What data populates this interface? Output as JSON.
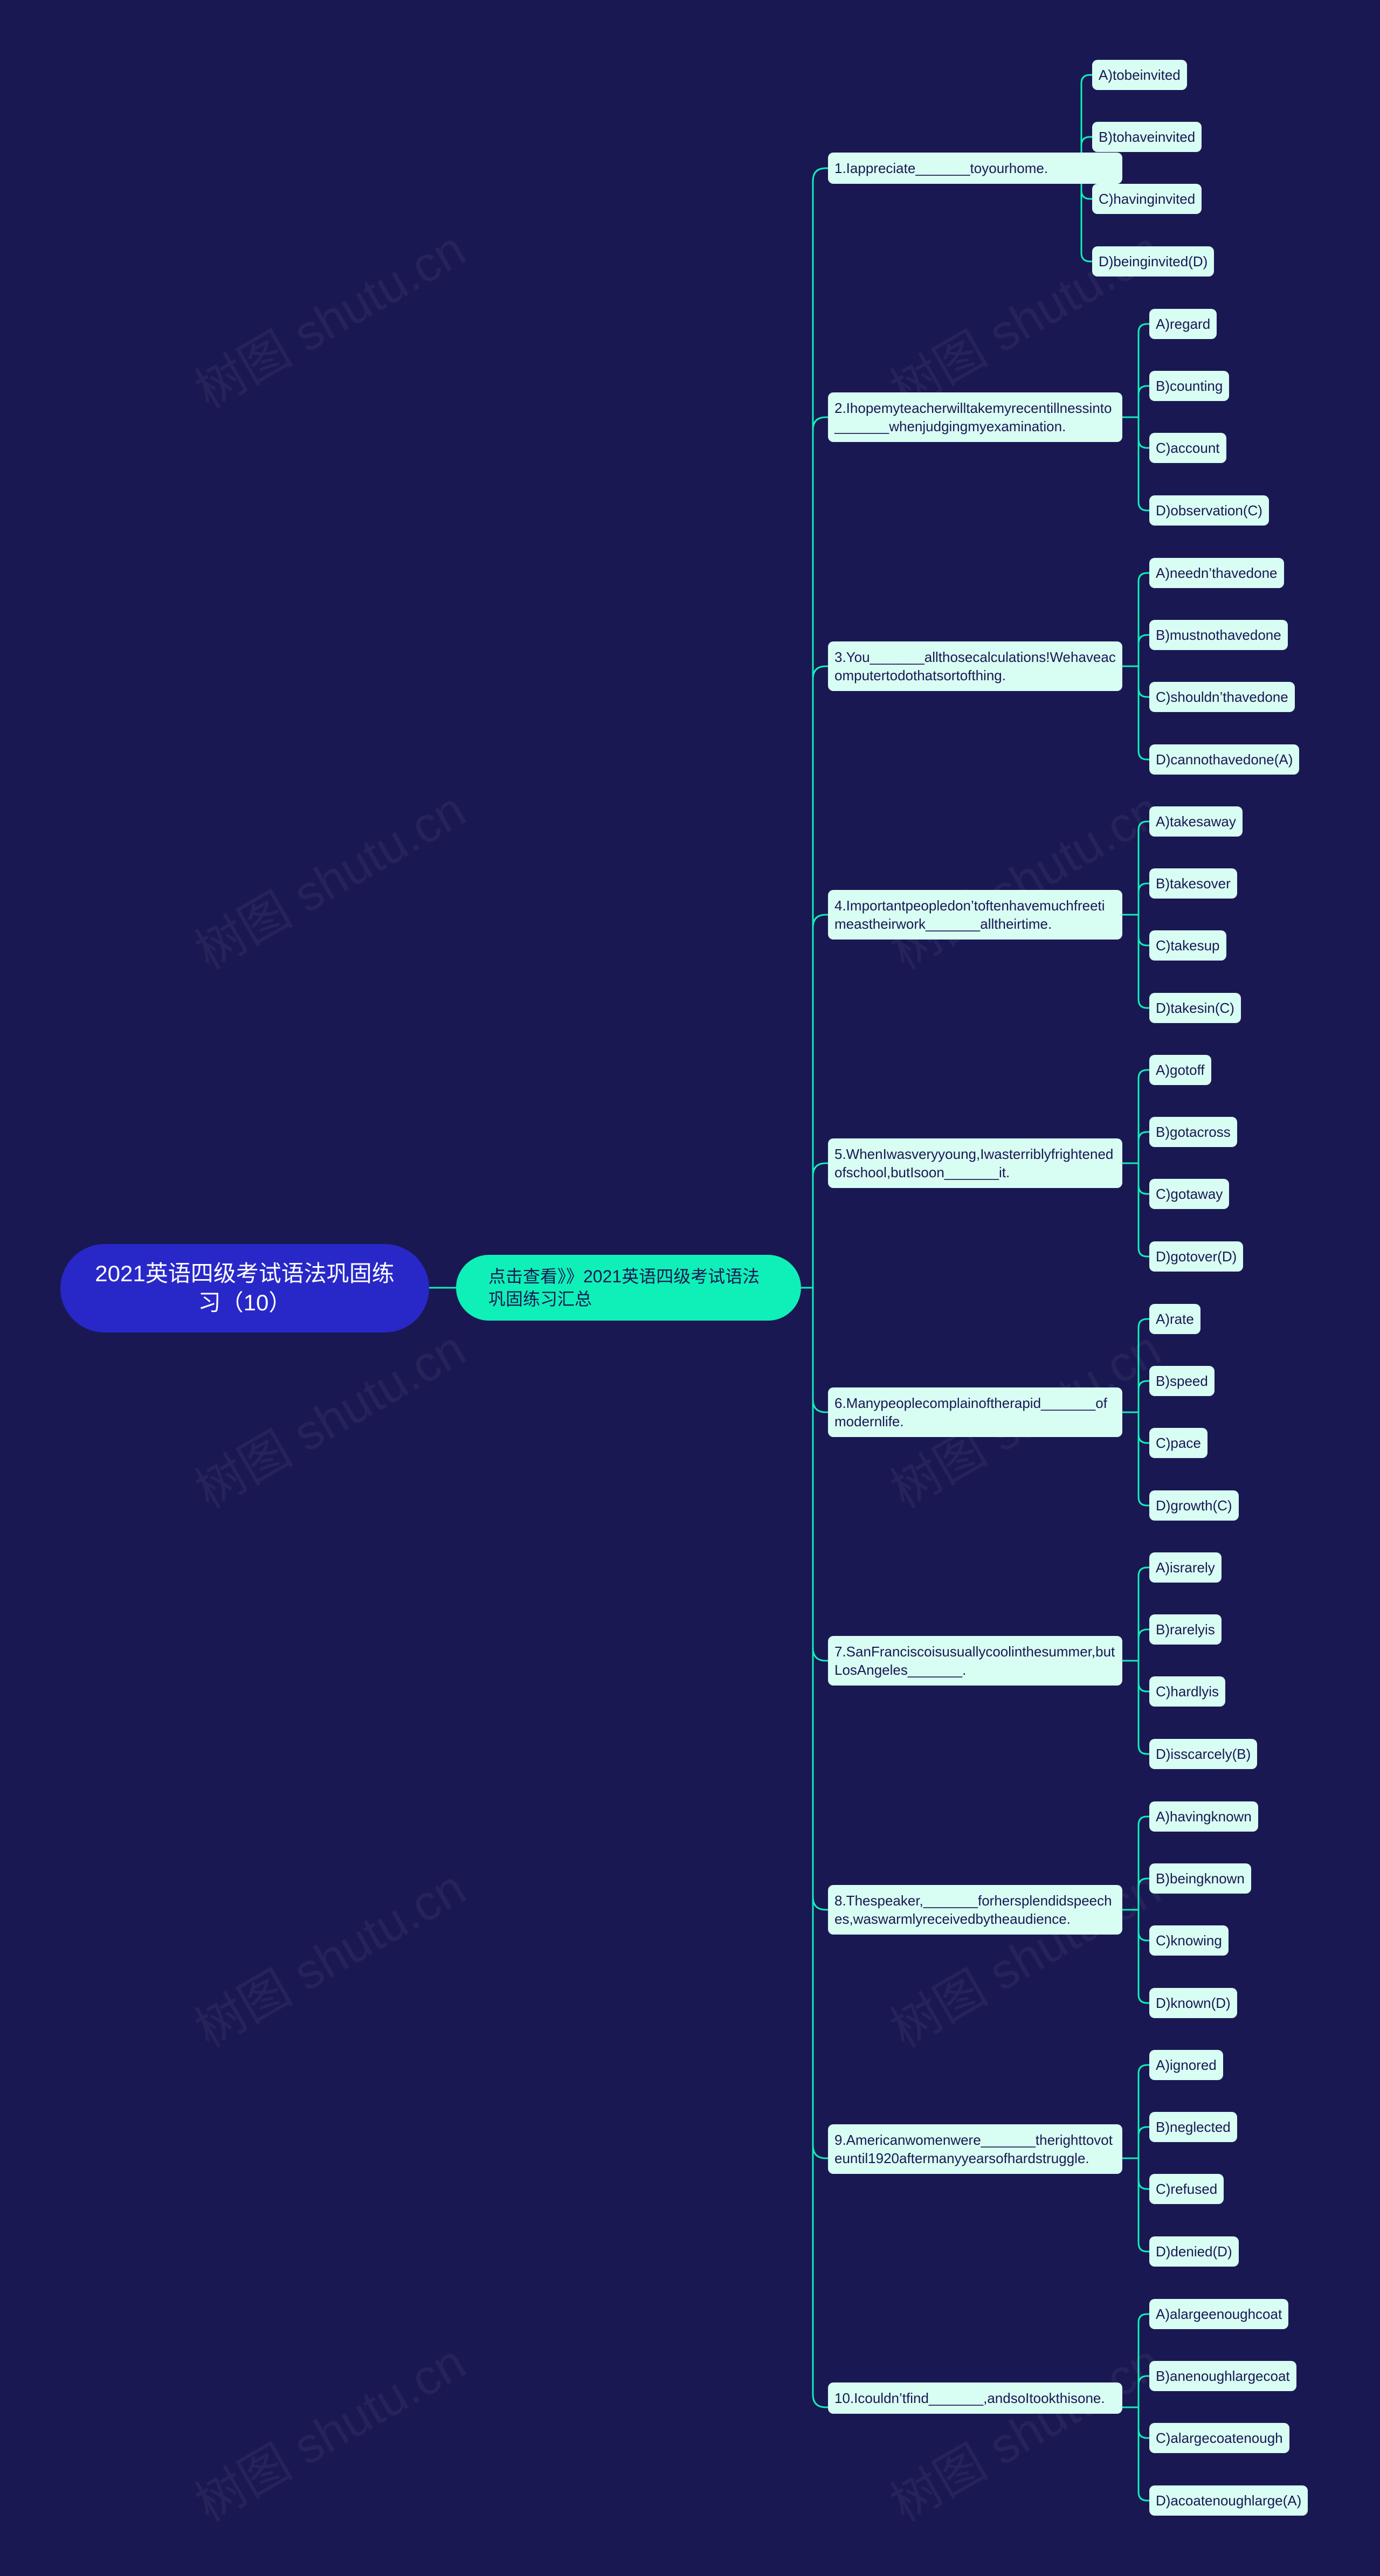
{
  "root": {
    "label": "2021英语四级考试语法巩固练习（10）"
  },
  "hub": {
    "label": "点击查看》》2021英语四级考试语法巩固练习汇总"
  },
  "colors": {
    "background": "#1a1852",
    "root": "#2828c9",
    "hub": "#0ff0b8",
    "leaf": "#d8fdf3",
    "link": "#0ff0b8"
  },
  "watermark": "树图 shutu.cn",
  "questions": [
    {
      "text": "1.Iappreciate_______toyourhome.",
      "options": [
        "A)tobeinvited",
        "B)tohaveinvited",
        "C)havinginvited",
        "D)beinginvited(D)"
      ]
    },
    {
      "text": "2.Ihopemyteacherwilltakemyrecentillnessinto_______whenjudgingmyexamination.",
      "options": [
        "A)regard",
        "B)counting",
        "C)account",
        "D)observation(C)"
      ]
    },
    {
      "text": "3.You_______allthosecalculations!Wehaveacomputertodothatsortofthing.",
      "options": [
        "A)needn’thavedone",
        "B)mustnothavedone",
        "C)shouldn’thavedone",
        "D)cannothavedone(A)"
      ]
    },
    {
      "text": "4.Importantpeopledon’toftenhavemuchfreetimeastheirwork_______alltheirtime.",
      "options": [
        "A)takesaway",
        "B)takesover",
        "C)takesup",
        "D)takesin(C)"
      ]
    },
    {
      "text": "5.WhenIwasveryyoung,Iwasterriblyfrightenedofschool,butIsoon_______it.",
      "options": [
        "A)gotoff",
        "B)gotacross",
        "C)gotaway",
        "D)gotover(D)"
      ]
    },
    {
      "text": "6.Manypeoplecomplainoftherapid_______ofmodernlife.",
      "options": [
        "A)rate",
        "B)speed",
        "C)pace",
        "D)growth(C)"
      ]
    },
    {
      "text": "7.SanFranciscoisusuallycoolinthesummer,butLosAngeles_______.",
      "options": [
        "A)israrely",
        "B)rarelyis",
        "C)hardlyis",
        "D)isscarcely(B)"
      ]
    },
    {
      "text": "8.Thespeaker,_______forhersplendidspeeches,waswarmlyreceivedbytheaudience.",
      "options": [
        "A)havingknown",
        "B)beingknown",
        "C)knowing",
        "D)known(D)"
      ]
    },
    {
      "text": "9.Americanwomenwere_______therighttovoteuntil1920aftermanyyearsofhardstruggle.",
      "options": [
        "A)ignored",
        "B)neglected",
        "C)refused",
        "D)denied(D)"
      ]
    },
    {
      "text": "10.Icouldn’tfind_______,andsoItookthisone.",
      "options": [
        "A)alargeenoughcoat",
        "B)anenoughlargecoat",
        "C)alargecoatenough",
        "D)acoatenoughlarge(A)"
      ]
    }
  ]
}
